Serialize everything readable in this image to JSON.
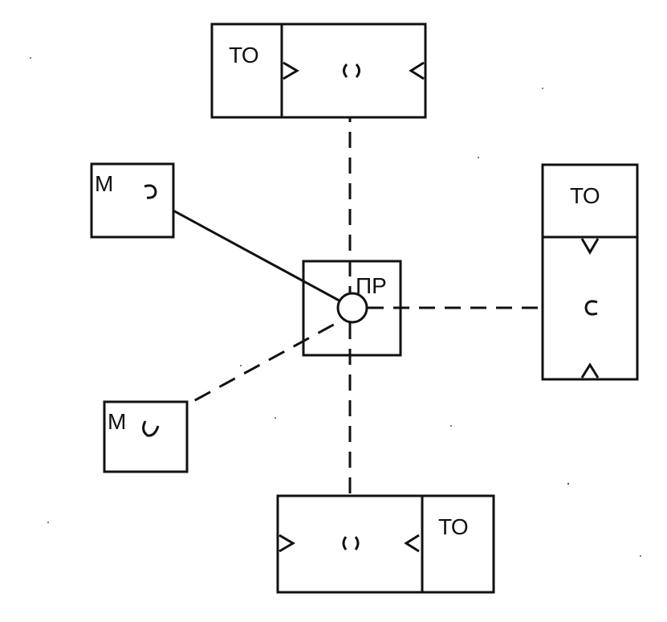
{
  "diagram": {
    "center_node": {
      "label": "ПР"
    },
    "terminal_label": "ТО",
    "module_label": "М",
    "terminals": [
      {
        "id": "top",
        "label": "ТО",
        "symbol": "( )"
      },
      {
        "id": "right",
        "label": "ТО",
        "symbol": "C"
      },
      {
        "id": "bottom",
        "label": "ТО",
        "symbol": "( )"
      }
    ],
    "modules": [
      {
        "id": "upper-left",
        "label": "М",
        "link": "solid"
      },
      {
        "id": "lower-left",
        "label": "М",
        "link": "dashed"
      }
    ],
    "colors": {
      "ink": "#111111",
      "paper": "#ffffff"
    }
  }
}
